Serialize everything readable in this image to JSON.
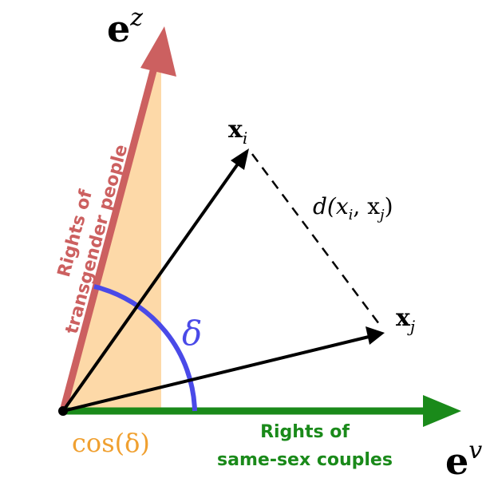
{
  "diagram": {
    "axis_z": {
      "symbol": "e",
      "superscript": "z",
      "caption_line1": "Rights of",
      "caption_line2": "transgender people"
    },
    "axis_v": {
      "symbol": "e",
      "superscript": "v",
      "caption_line1": "Rights of",
      "caption_line2": "same-sex couples"
    },
    "vector_i": {
      "symbol": "x",
      "subscript": "i"
    },
    "vector_j": {
      "symbol": "x",
      "subscript": "j"
    },
    "distance_label": "d(x",
    "distance_label_mid": ", x",
    "distance_label_end": ")",
    "angle_label": "δ",
    "projection_label": "cos(δ)"
  },
  "colors": {
    "axis_z": "#cc6060",
    "axis_v": "#1a8a1a",
    "projection_fill": "#fdd9a8",
    "projection_label": "#f0a030",
    "angle_arc": "#4a4ae8",
    "vectors": "#000000"
  }
}
